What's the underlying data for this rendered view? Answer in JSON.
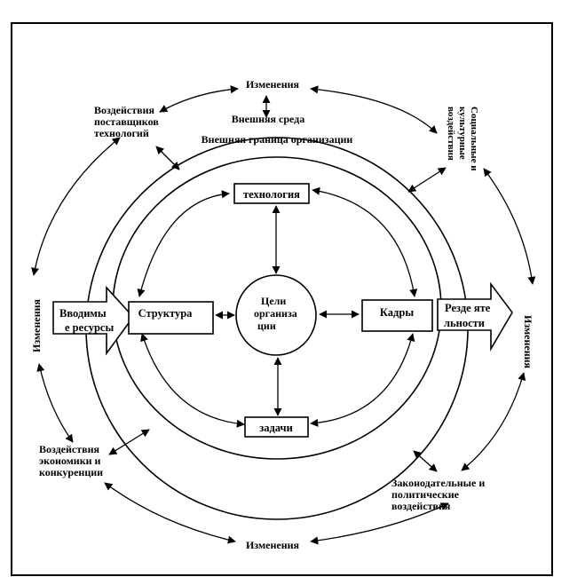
{
  "external": {
    "changes": "Изменения",
    "external_environment": "Внешняя среда",
    "external_boundary": "Внешняя граница организации",
    "suppliers": [
      "Воздействия",
      "поставщиков",
      "технологий"
    ],
    "social": [
      "Социальные и",
      "культурные",
      "воздействия"
    ],
    "economy": [
      "Воздействия",
      "экономики и",
      "конкуренции"
    ],
    "legal": [
      "Законодательные и",
      "политические",
      "воздействия"
    ]
  },
  "internal": {
    "technology": "технология",
    "tasks": "задачи",
    "structure": "Структура",
    "staff": "Кадры",
    "goals": [
      "Цели",
      "организа",
      "ции"
    ]
  },
  "io": {
    "inputs": [
      "Вводимы",
      "е ресурсы"
    ],
    "results": [
      "Резде яте",
      "льности"
    ]
  }
}
